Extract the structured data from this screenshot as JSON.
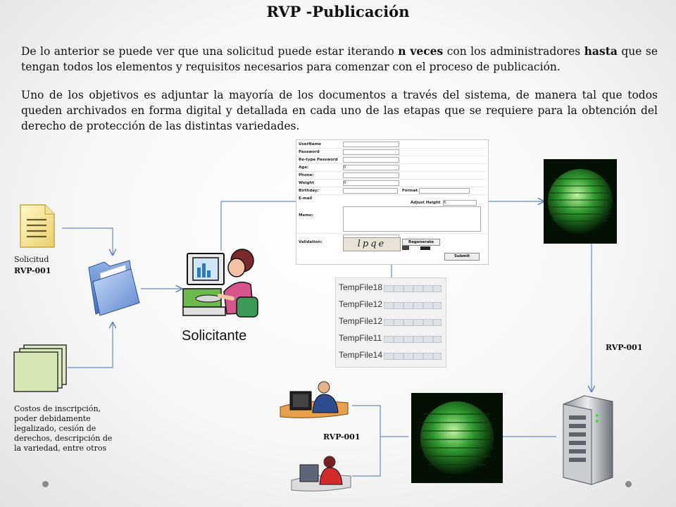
{
  "title": "RVP -Publicación",
  "paragraph1": {
    "part1": "De lo anterior se puede ver que una solicitud puede estar iterando ",
    "bold1": "n veces",
    "part2": "  con los administradores ",
    "bold2": "hasta",
    "part3": " que se tengan todos los elementos y requisitos necesarios para comenzar con el proceso de publicación."
  },
  "paragraph2": "Uno de los objetivos es adjuntar la mayoría de los documentos a través del sistema, de manera tal que todos queden archivados en forma digital y detallada en cada uno de las etapas que se requiere para la obtención del derecho de protección de las distintas variedades.",
  "solicitud_label": "Solicitud",
  "solicitud_code": "RVP-001",
  "costs_text": "Costos de inscripción, poder debidamente legalizado, cesión de derechos, descripción de la variedad, entre otros",
  "applicant_label": "Solicitante",
  "server_label": "RVP-001",
  "admins_label": "RVP-001",
  "form": {
    "fields": [
      "UserName",
      "Password",
      "Re-type Password",
      "Age:",
      "Phone:",
      "Weight",
      "Birthday:",
      "E-mail",
      "Memo:",
      "Validation:"
    ],
    "age_value": "0",
    "weight_value": "0",
    "format_label": "Format",
    "adjust_height_label": "Adjust Height",
    "adjust_height_value": "6",
    "captcha_text": "lpqe",
    "regenerate_label": "Regenerate",
    "submit_label": "Submit"
  },
  "temp_files": [
    "TempFile18",
    "TempFile12",
    "TempFile12",
    "TempFile11",
    "TempFile14"
  ]
}
